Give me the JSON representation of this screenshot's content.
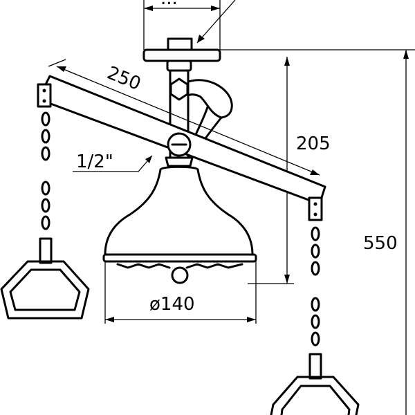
{
  "dimensions": {
    "top_width": "...",
    "arm_length": "250",
    "head_to_arm": "205",
    "total_height": "550",
    "thread": "1/2\"",
    "head_diameter": "ø140"
  }
}
